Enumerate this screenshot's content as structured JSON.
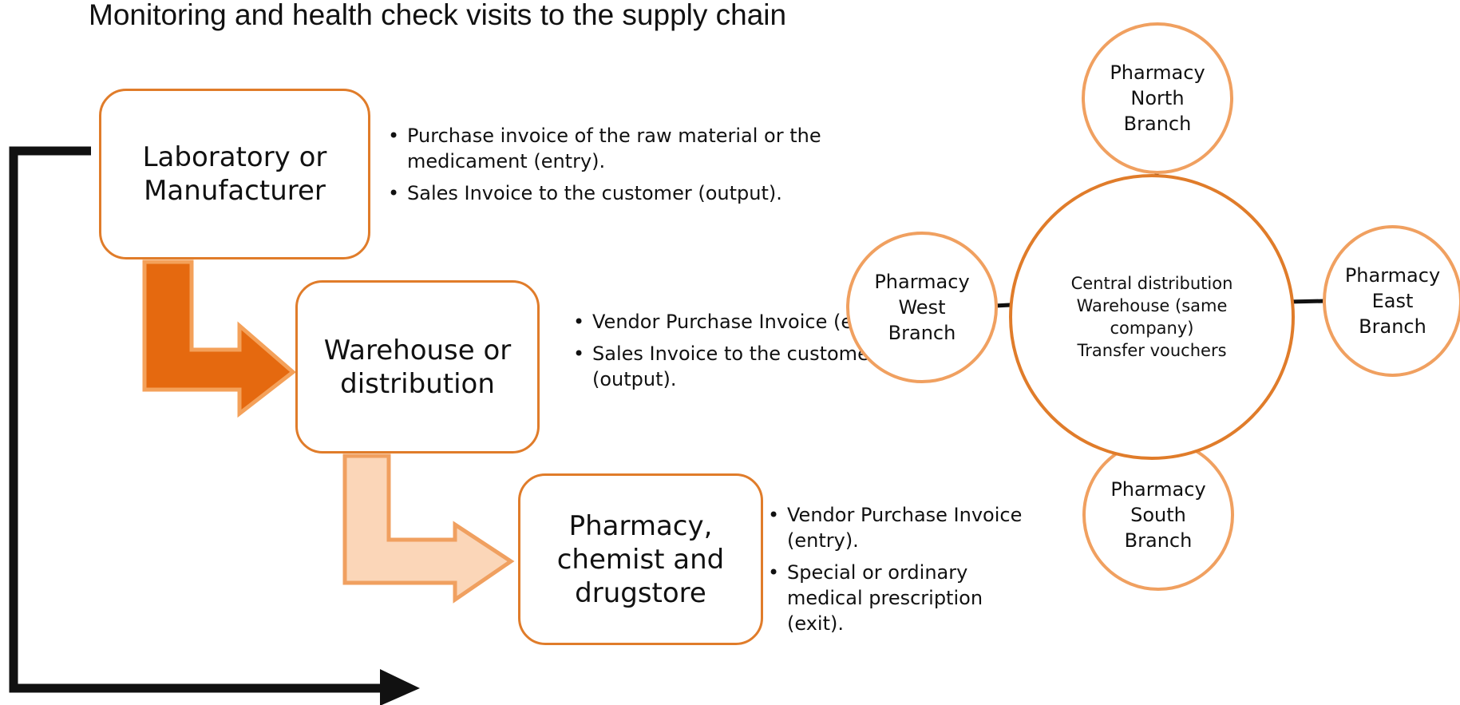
{
  "title": "Monitoring and health check visits to the supply chain",
  "colors": {
    "box_border": "#e07c2a",
    "arrow_dark": "#e5690f",
    "arrow_dark_border": "#f4a15a",
    "arrow_light": "#fbd6b8",
    "arrow_light_border": "#f0a060",
    "small_circle_border": "#f0a060",
    "center_circle_border": "#e07c2a",
    "connector": "#111111"
  },
  "chain": {
    "laboratory": {
      "label": "Laboratory or\nManufacturer",
      "bullets": [
        "Purchase invoice of the raw material or the medicament (entry).",
        "Sales Invoice to the customer (output)."
      ]
    },
    "warehouse": {
      "label": "Warehouse or\ndistribution",
      "bullets": [
        "Vendor Purchase Invoice (entry).",
        "Sales Invoice to the customer (output)."
      ]
    },
    "pharmacy": {
      "label": "Pharmacy,\nchemist and\ndrugstore",
      "bullets": [
        "Vendor Purchase Invoice (entry).",
        "Special or ordinary medical prescription (exit)."
      ]
    }
  },
  "network": {
    "center": "Central distribution\nWarehouse (same\ncompany)\nTransfer vouchers",
    "north": "Pharmacy\nNorth\nBranch",
    "west": "Pharmacy\nWest\nBranch",
    "east": "Pharmacy\nEast\nBranch",
    "south": "Pharmacy\nSouth\nBranch"
  }
}
